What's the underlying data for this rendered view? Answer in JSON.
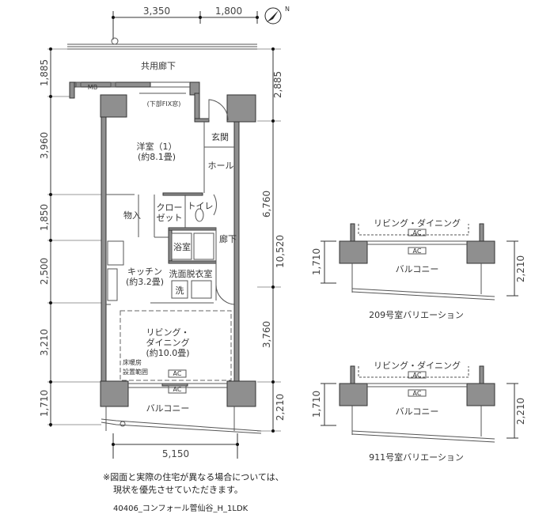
{
  "dimensions": {
    "top": [
      "3,350",
      "1,800"
    ],
    "left": [
      "1,885",
      "3,960",
      "1,850",
      "2,500",
      "3,210",
      "1,710"
    ],
    "right": [
      "2,885",
      "6,760",
      "10,520",
      "3,760",
      "2,210"
    ],
    "bottom": "5,150"
  },
  "rooms": {
    "corridor_shared": "共用廊下",
    "mb": "MB",
    "fix_window": "(下部FIX窓)",
    "western_room": "洋室（1）",
    "western_room_size": "(約8.1畳)",
    "entrance": "玄関",
    "hall": "ホール",
    "storage": "物入",
    "closet_1": "クロー",
    "closet_2": "ゼット",
    "toilet": "トイレ",
    "hallway": "廊下",
    "bath": "浴室",
    "kitchen": "キッチン",
    "kitchen_size": "(約3.2畳)",
    "washroom": "洗面脱衣室",
    "washer": "洗",
    "living_1": "リビング・",
    "living_2": "ダイニング",
    "living_size": "(約10.0畳)",
    "floor_heating_1": "床暖房",
    "floor_heating_2": "設置範囲",
    "ac": "AC",
    "balcony": "バルコニー"
  },
  "variations": [
    {
      "living": "リビング・ダイニング",
      "balcony": "バルコニー",
      "dim_left": "1,710",
      "dim_right": "2,210",
      "caption": "209号室バリエーション"
    },
    {
      "living": "リビング・ダイニング",
      "balcony": "バルコニー",
      "dim_left": "1,710",
      "dim_right": "2,210",
      "caption": "911号室バリエーション"
    }
  ],
  "notes": {
    "line1": "※図面と実際の住宅が異なる場合については、",
    "line2": "現状を優先させていただきます。",
    "plan_id": "40406_コンフォール菅仙谷_H_1LDK"
  },
  "compass": "N",
  "colors": {
    "wall": "#8f8f8f",
    "line": "#333333"
  }
}
